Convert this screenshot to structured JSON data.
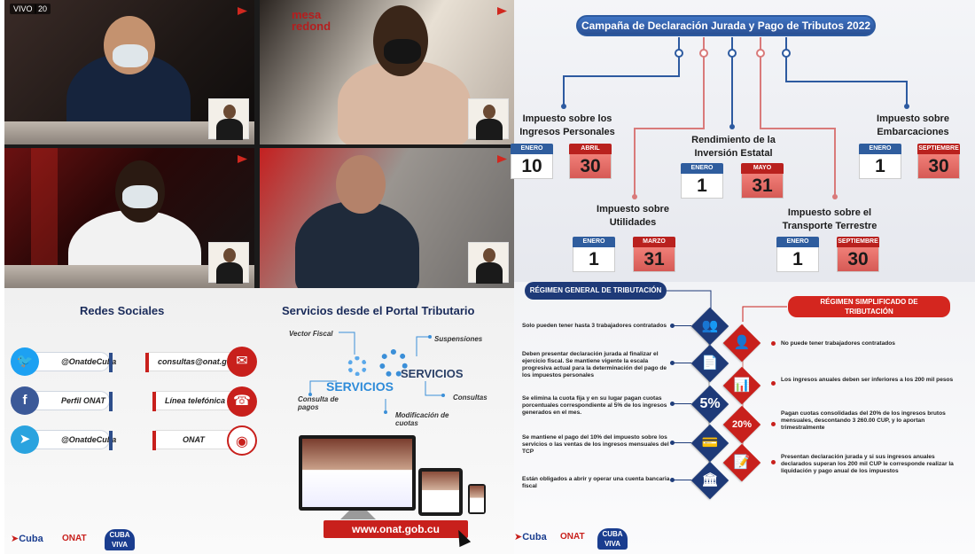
{
  "video": {
    "live_label": "VIVO",
    "views": "20",
    "studio_logo_line1": "mesa",
    "studio_logo_line2": "redond"
  },
  "campaign": {
    "title": "Campaña de Declaración Jurada y Pago de Tributos 2022",
    "taxes": [
      {
        "name_l1": "Impuesto sobre los",
        "name_l2": "Ingresos Personales",
        "start_month": "ENERO",
        "start_day": "10",
        "end_month": "ABRIL",
        "end_day": "30"
      },
      {
        "name_l1": "Rendimiento de la",
        "name_l2": "Inversión Estatal",
        "start_month": "ENERO",
        "start_day": "1",
        "end_month": "MAYO",
        "end_day": "31"
      },
      {
        "name_l1": "Impuesto sobre",
        "name_l2": "Embarcaciones",
        "start_month": "ENERO",
        "start_day": "1",
        "end_month": "SEPTIEMBRE",
        "end_day": "30"
      },
      {
        "name_l1": "Impuesto sobre",
        "name_l2": "Utilidades",
        "start_month": "ENERO",
        "start_day": "1",
        "end_month": "MARZO",
        "end_day": "31"
      },
      {
        "name_l1": "Impuesto sobre el",
        "name_l2": "Transporte Terrestre",
        "start_month": "ENERO",
        "start_day": "1",
        "end_month": "SEPTIEMBRE",
        "end_day": "30"
      }
    ]
  },
  "social": {
    "title": "Redes Sociales",
    "items": [
      {
        "handle": "@OnatdeCuba",
        "icon": "twitter-icon",
        "glyph": "🐦"
      },
      {
        "handle": "Perfil ONAT",
        "icon": "facebook-icon",
        "glyph": "f"
      },
      {
        "handle": "@OnatdeCuba",
        "icon": "telegram-icon",
        "glyph": "➤"
      }
    ],
    "contacts": [
      {
        "label": "consultas@onat.gob.cu",
        "icon": "email-icon",
        "glyph": "✉"
      },
      {
        "label": "Línea telefónica",
        "icon": "phone-icon",
        "glyph": "☎"
      },
      {
        "label": "ONAT",
        "icon": "onat-logo-icon",
        "glyph": "◉"
      }
    ]
  },
  "services": {
    "title": "Servicios desde el Portal Tributario",
    "labels": {
      "vector_fiscal": "Vector Fiscal",
      "suspensiones": "Suspensiones",
      "consulta_pagos": "Consulta de pagos",
      "consultas": "Consultas",
      "modificacion": "Modificación de cuotas"
    },
    "word_big": "SERVICIOS",
    "word_small": "SERVICIOS",
    "url": "www.onat.gob.cu"
  },
  "brands": {
    "cuba": "Cuba",
    "onat": "ONAT",
    "cubaviva_l1": "CUBA",
    "cubaviva_l2": "VIVA"
  },
  "regimes": {
    "general_title": "RÉGIMEN GENERAL DE TRIBUTACIÓN",
    "simplified_title_l1": "RÉGIMEN SIMPLIFICADO DE",
    "simplified_title_l2": "TRIBUTACIÓN",
    "general_items": [
      {
        "text": "Solo pueden tener hasta 3 trabajadores contratados",
        "icon": "workers-icon",
        "glyph": "👥"
      },
      {
        "text": "Deben presentar declaración jurada al finalizar el ejercicio fiscal. Se mantiene vigente la escala progresiva actual para la determinación del pago de los impuestos personales",
        "icon": "document-icon",
        "glyph": "📄"
      },
      {
        "text": "Se elimina la cuota fija y en su lugar pagan cuotas porcentuales correspondiente al 5% de los ingresos generados en el mes.",
        "icon": "percent-icon",
        "glyph": "5%"
      },
      {
        "text": "Se mantiene el pago del 10% del impuesto sobre los servicios o las ventas de los ingresos mensuales del TCP",
        "icon": "payment-icon",
        "glyph": "💳"
      },
      {
        "text": "Están obligados a abrir y operar una cuenta bancaria fiscal",
        "icon": "bank-icon",
        "glyph": "🏛"
      }
    ],
    "simplified_items": [
      {
        "text": "No puede tener trabajadores contratados",
        "icon": "no-workers-icon",
        "glyph": "👤"
      },
      {
        "text": "Los ingresos anuales deben ser inferiores a los 200 mil pesos",
        "icon": "chart-icon",
        "glyph": "📊"
      },
      {
        "text": "Pagan cuotas consolidadas del 20% de los ingresos brutos mensuales, descontando 3 260.00 CUP, y lo aportan trimestralmente",
        "icon": "percent-icon",
        "glyph": "20%"
      },
      {
        "text": "Presentan declaración jurada y si sus ingresos anuales declarados superan los 200 mil CUP le corresponde realizar la liquidación y pago anual de los impuestos",
        "icon": "declaration-icon",
        "glyph": "📝"
      }
    ]
  },
  "colors": {
    "blue": "#1e3a78",
    "red": "#c8201c"
  }
}
